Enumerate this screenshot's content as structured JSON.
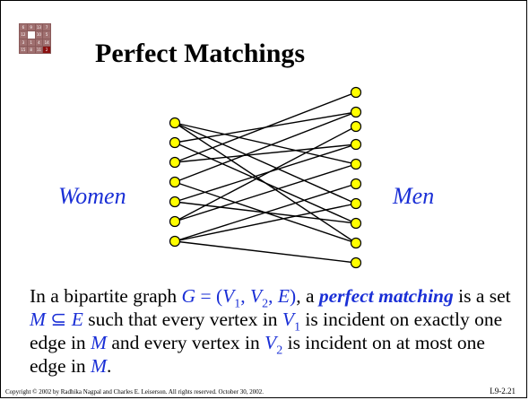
{
  "slide": {
    "title": "Perfect Matchings",
    "women_label": "Women",
    "men_label": "Men",
    "footer": "Copyright © 2002 by Radhika Nagpal and Charles E. Leiserson.   All rights reserved.   October 30, 2002.",
    "slide_number": "L9-2.21"
  },
  "logo": {
    "cells": [
      "6",
      "9",
      "13",
      "7",
      "12",
      "",
      "10",
      "5",
      "3",
      "1",
      "4",
      "14",
      "15",
      "8",
      "11",
      "2"
    ]
  },
  "text": {
    "p1": "In a bipartite graph ",
    "G": "G",
    "eq": " = (",
    "V": "V",
    "sub1": "1",
    "comma1": ", ",
    "V2": "V",
    "sub2": "2",
    "comma2": ", ",
    "E": "E",
    "close": ")",
    "p2": ", a ",
    "perfect": "perfect",
    "space1": " ",
    "matching": "matching",
    "p3": " is a set ",
    "M1": "M",
    "subset": " ⊆ ",
    "E2": "E",
    "p4": " such that every vertex in ",
    "V3": "V",
    "sub3": "1",
    "p5": " is incident on exactly one edge in ",
    "M2": "M",
    "p6": " and every vertex in ",
    "V4": "V",
    "sub4": "2",
    "p7": " is incident on at most one edge in ",
    "M3": "M",
    "p8": "."
  },
  "colors": {
    "accent": "#1a2fd6",
    "vertex_fill": "#ffff00"
  }
}
